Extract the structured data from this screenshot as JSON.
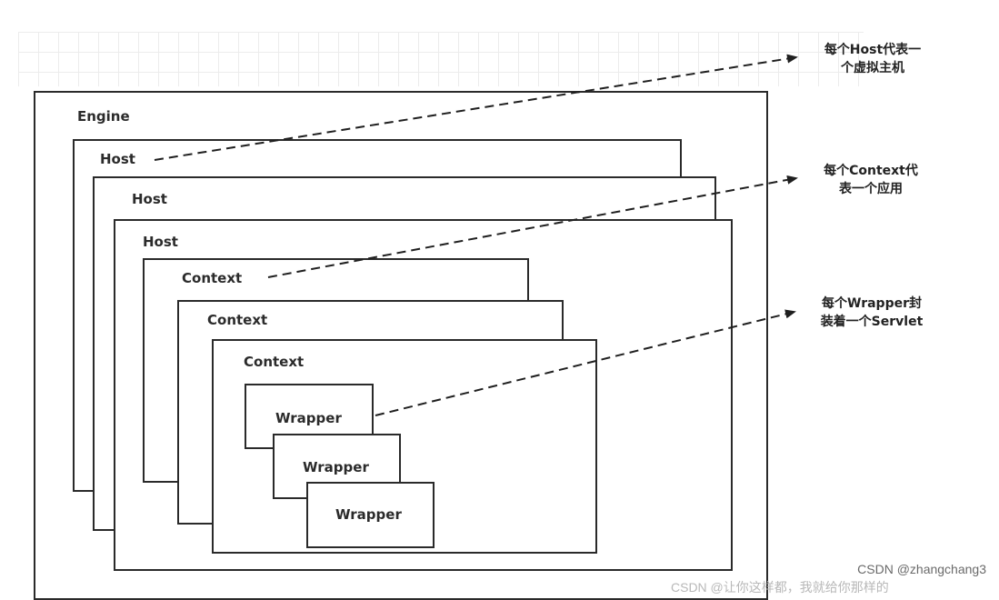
{
  "diagram": {
    "engine": {
      "label": "Engine"
    },
    "hosts": [
      {
        "label": "Host"
      },
      {
        "label": "Host"
      },
      {
        "label": "Host"
      }
    ],
    "contexts": [
      {
        "label": "Context"
      },
      {
        "label": "Context"
      },
      {
        "label": "Context"
      }
    ],
    "wrappers": [
      {
        "label": "Wrapper"
      },
      {
        "label": "Wrapper"
      },
      {
        "label": "Wrapper"
      }
    ],
    "notes": {
      "host": {
        "line1": "每个Host代表一",
        "line2": "个虚拟主机"
      },
      "context": {
        "line1": "每个Context代",
        "line2": "表一个应用"
      },
      "wrapper": {
        "line1": "每个Wrapper封",
        "line2": "装着一个Servlet"
      }
    }
  },
  "watermark": "CSDN @zhangchang3",
  "watermark_partial": "CSDN @让你这样都，我就给你那样的"
}
